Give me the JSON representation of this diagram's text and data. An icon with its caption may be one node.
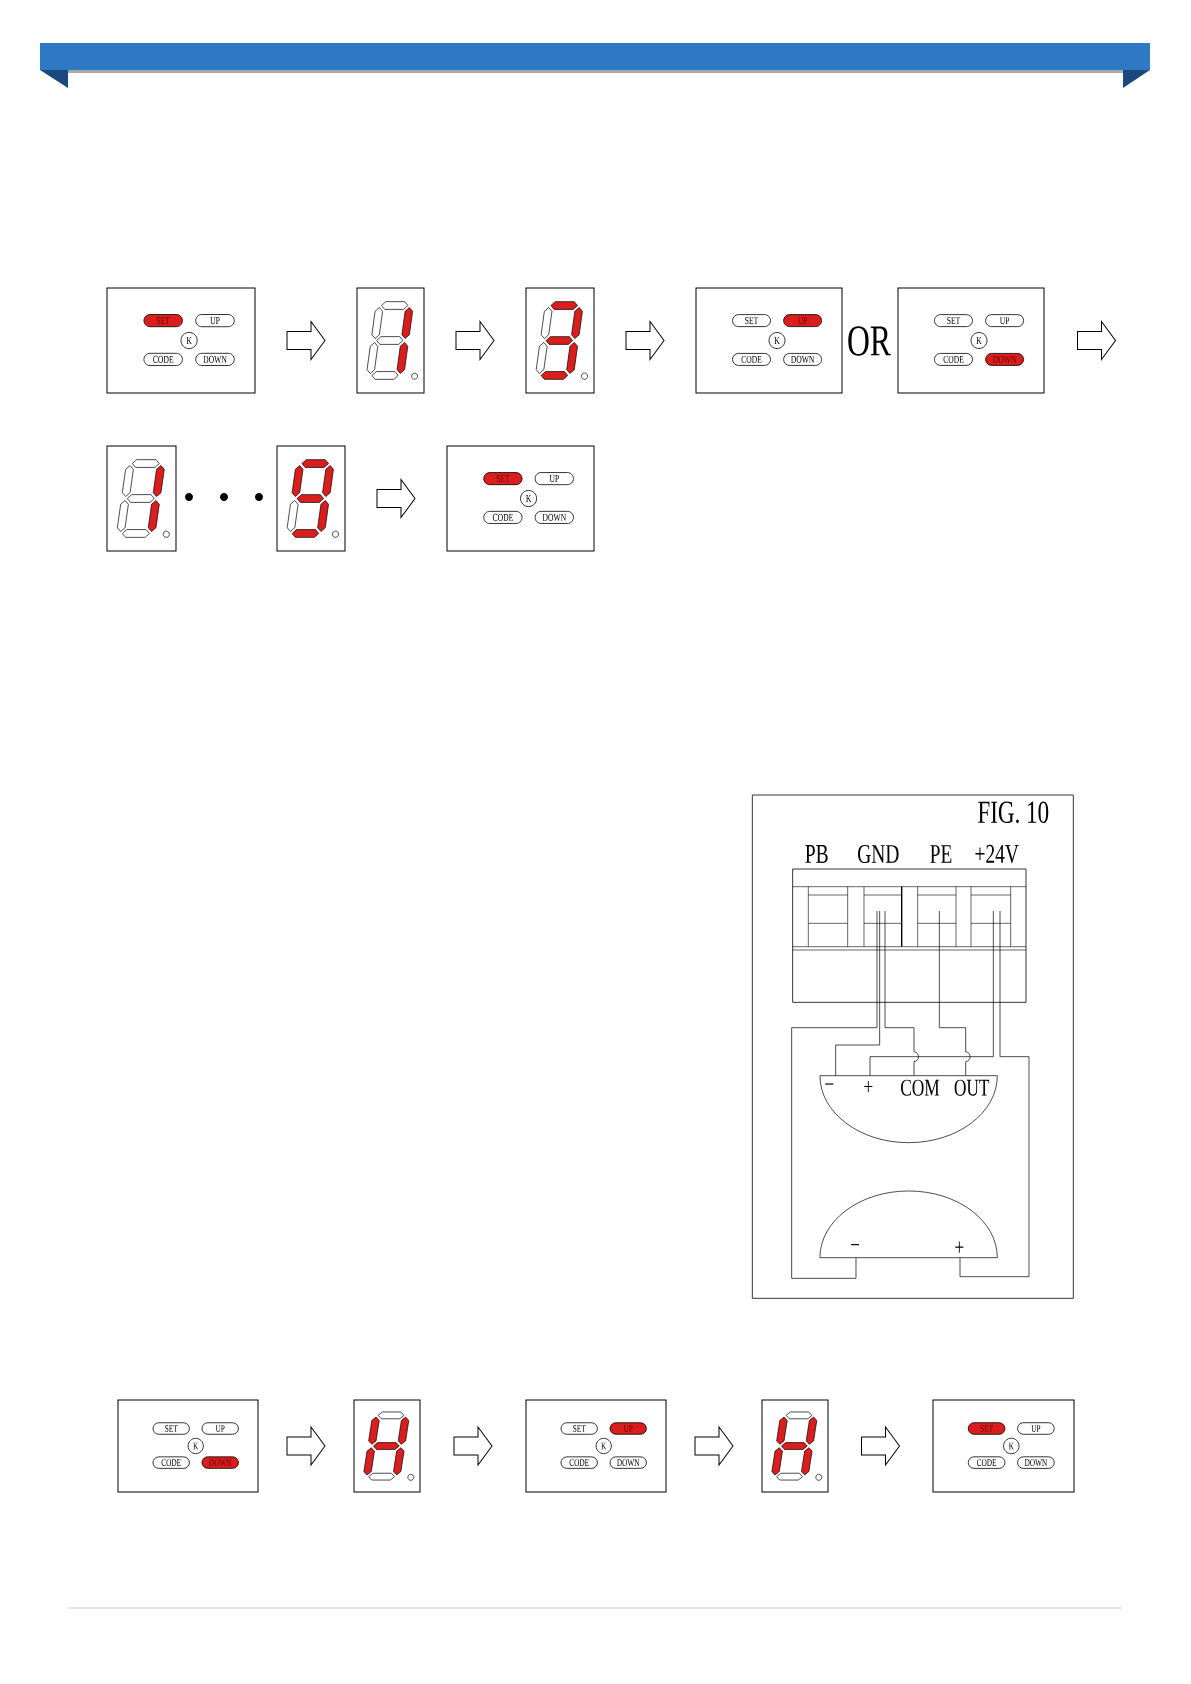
{
  "diagram": {
    "nodes": [
      {
        "text": [
          "SET",
          "UP",
          "K",
          "CODE",
          "DOWN"
        ]
      },
      {
        "text": [],
        "shape": "display"
      },
      {
        "text": [],
        "shape": "display"
      },
      {
        "text": [
          "SET",
          "UP",
          "K",
          "CODE",
          "DOWN"
        ]
      },
      {
        "text": [
          "SET",
          "UP",
          "K",
          "CODE",
          "DOWN"
        ]
      },
      {
        "text": [],
        "shape": "display"
      },
      {
        "text": [],
        "shape": "display"
      },
      {
        "text": [
          "SET",
          "UP",
          "K",
          "CODE",
          "DOWN"
        ]
      },
      {
        "text": [
          "SET",
          "UP",
          "K",
          "CODE",
          "DOWN"
        ]
      },
      {
        "text": [],
        "shape": "display"
      },
      {
        "text": [
          "SET",
          "UP",
          "K",
          "CODE",
          "DOWN"
        ]
      },
      {
        "text": [],
        "shape": "display"
      },
      {
        "text": [
          "SET",
          "UP",
          "K",
          "CODE",
          "DOWN"
        ]
      }
    ],
    "edges": [
      {
        "from": 0,
        "to": 1,
        "arrow": "to"
      },
      {
        "from": 1,
        "to": 2,
        "arrow": "to"
      },
      {
        "from": 2,
        "to": 3,
        "arrow": "to"
      },
      {
        "from": 4,
        "to": null,
        "arrow": "to"
      },
      {
        "from": 6,
        "to": 7,
        "arrow": "to"
      },
      {
        "from": 8,
        "to": 9,
        "arrow": "to"
      },
      {
        "from": 9,
        "to": 10,
        "arrow": "to"
      },
      {
        "from": 10,
        "to": 11,
        "arrow": "to"
      },
      {
        "from": 11,
        "to": 12,
        "arrow": "to"
      }
    ],
    "labels": [
      "OR",
      "FIG. 10",
      "PB",
      "GND",
      "PE",
      "+24V",
      "−",
      "+",
      "COM",
      "OUT",
      "−",
      "+"
    ]
  }
}
